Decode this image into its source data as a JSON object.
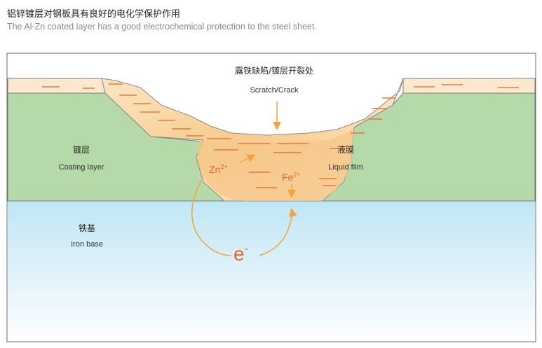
{
  "header": {
    "title_zh": "铝锌镀层对钢板具有良好的电化学保护作用",
    "title_en": "The Al-Zn coated layer has a good electrochemical protection to the steel sheet."
  },
  "diagram": {
    "crack_label_zh": "露铁缺陷/镀层开裂处",
    "crack_label_en": "Scratch/Crack",
    "coating_label_zh": "镀层",
    "coating_label_en": "Coating layer",
    "liquid_label_zh": "液膜",
    "liquid_label_en": "Liquid film",
    "base_label_zh": "铁基",
    "base_label_en": "Iron base",
    "zn_ion": "Zn",
    "zn_charge": "2+",
    "fe_ion": "Fe",
    "fe_charge": "2+",
    "electron": "e",
    "electron_charge": "-",
    "colors": {
      "coating": "#b5d9a8",
      "iron_top": "#bfe6f5",
      "liquid": "#f6c78a",
      "accent": "#e8662a",
      "arrow": "#f0a53c"
    }
  }
}
